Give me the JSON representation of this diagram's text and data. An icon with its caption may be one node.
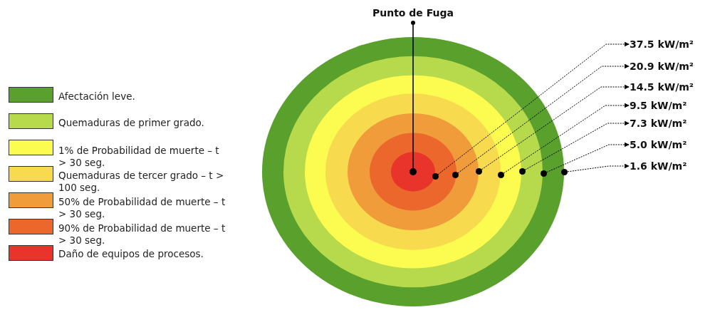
{
  "diagram": {
    "nodes": [
      {
        "text": [
          "Punto de Fuga"
        ]
      },
      {
        "text": [],
        "shape": "circle"
      },
      {
        "text": [
          "37.5 kW/m²"
        ]
      },
      {
        "text": [
          "20.9 kW/m²"
        ]
      },
      {
        "text": [
          "14.5 kW/m²"
        ]
      },
      {
        "text": [
          "9.5 kW/m²"
        ]
      },
      {
        "text": [
          "7.3 kW/m²"
        ]
      },
      {
        "text": [
          "5.0 kW/m²"
        ]
      },
      {
        "text": [
          "1.6 kW/m²"
        ]
      },
      {
        "text": [],
        "shape": "circle"
      },
      {
        "text": [],
        "shape": "circle"
      },
      {
        "text": [],
        "shape": "circle"
      },
      {
        "text": [],
        "shape": "circle"
      },
      {
        "text": [],
        "shape": "circle"
      },
      {
        "text": [],
        "shape": "circle"
      },
      {
        "text": [],
        "shape": "circle"
      }
    ],
    "edges": [
      {
        "from": 1,
        "to": 0,
        "arrow": "other"
      },
      {
        "from": 9,
        "to": 2,
        "arrow": "to",
        "style": "dashed"
      },
      {
        "from": 10,
        "to": 3,
        "arrow": "to",
        "style": "dashed"
      },
      {
        "from": 11,
        "to": 4,
        "arrow": "to",
        "style": "dashed"
      },
      {
        "from": 12,
        "to": 5,
        "arrow": "to",
        "style": "dashed"
      },
      {
        "from": 13,
        "to": 6,
        "arrow": "to",
        "style": "dashed"
      },
      {
        "from": 14,
        "to": 7,
        "arrow": "to",
        "style": "dashed"
      },
      {
        "from": 15,
        "to": 8,
        "arrow": "to",
        "style": "dashed"
      }
    ],
    "legend": [
      {
        "text": "Afectación leve.",
        "color": "#5aa02c"
      },
      {
        "text": "Quemaduras de primer grado.",
        "color": "#b6da4c"
      },
      {
        "text": "1% de Probabilidad de muerte – t > 30 seg.",
        "color": "#fbfb50"
      },
      {
        "text": "Quemaduras de tercer grado – t > 100 seg.",
        "color": "#f8da4e"
      },
      {
        "text": "50% de Probabilidad de muerte – t > 30 seg.",
        "color": "#f19c3b"
      },
      {
        "text": "90% de Probabilidad de muerte – t > 30 seg.",
        "color": "#ec672c"
      },
      {
        "text": "Daño de equipos de procesos.",
        "color": "#e8342a"
      }
    ]
  }
}
